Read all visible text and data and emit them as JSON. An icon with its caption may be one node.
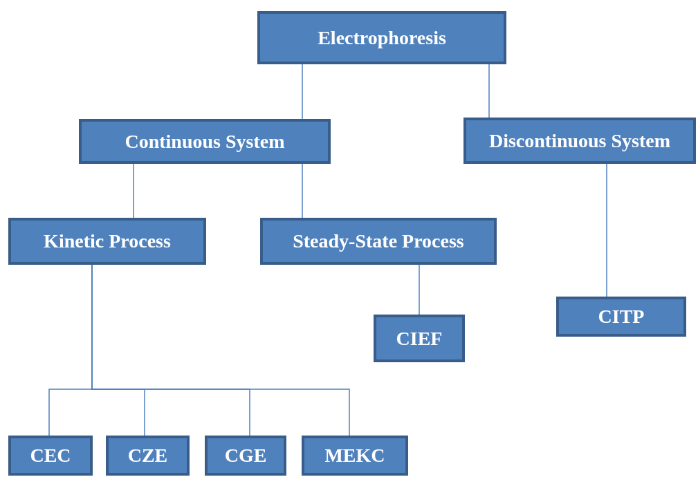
{
  "diagram": {
    "nodes": [
      {
        "text": [
          "Electrophoresis"
        ]
      },
      {
        "text": [
          "Continuous System"
        ]
      },
      {
        "text": [
          "Discontinuous System"
        ]
      },
      {
        "text": [
          "Kinetic Process"
        ]
      },
      {
        "text": [
          "Steady-State Process"
        ]
      },
      {
        "text": [
          "CIEF"
        ]
      },
      {
        "text": [
          "CITP"
        ]
      },
      {
        "text": [
          "CEC"
        ]
      },
      {
        "text": [
          "CZE"
        ]
      },
      {
        "text": [
          "CGE"
        ]
      },
      {
        "text": [
          "MEKC"
        ]
      }
    ],
    "edges": [
      {
        "from": 0,
        "to": 1,
        "arrow": "none"
      },
      {
        "from": 0,
        "to": 2,
        "arrow": "none"
      },
      {
        "from": 1,
        "to": 3,
        "arrow": "none"
      },
      {
        "from": 1,
        "to": 4,
        "arrow": "none"
      },
      {
        "from": 3,
        "to": 7,
        "arrow": "none"
      },
      {
        "from": 3,
        "to": 8,
        "arrow": "none"
      },
      {
        "from": 3,
        "to": 9,
        "arrow": "none"
      },
      {
        "from": 3,
        "to": 10,
        "arrow": "none"
      },
      {
        "from": 4,
        "to": 5,
        "arrow": "none"
      },
      {
        "from": 2,
        "to": 6,
        "arrow": "none"
      }
    ]
  }
}
